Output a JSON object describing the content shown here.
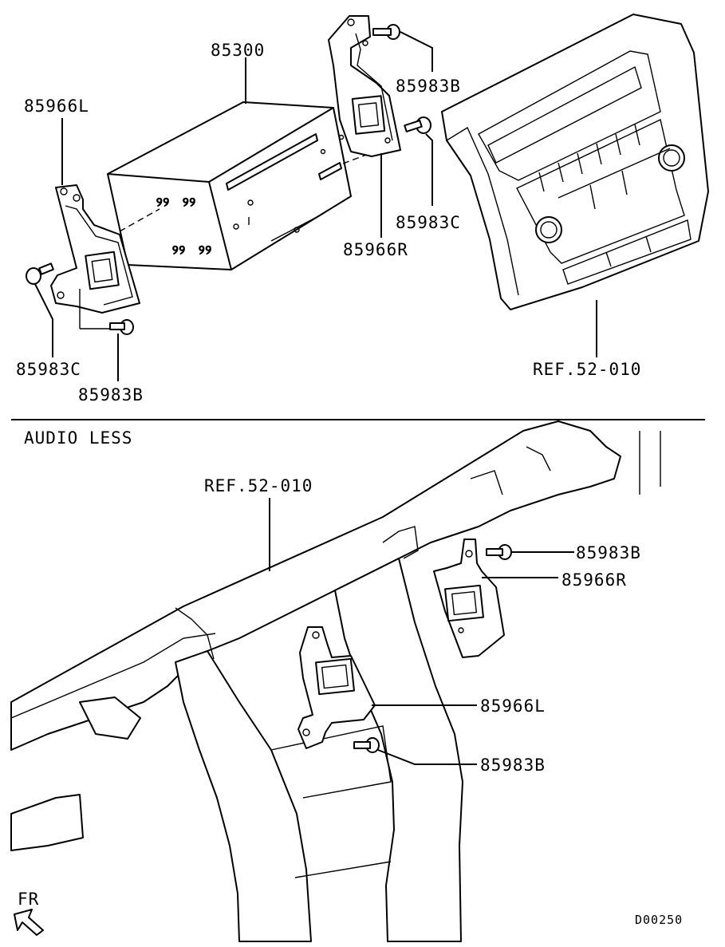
{
  "upper_assembly": {
    "labels": {
      "head_unit": "85300",
      "bracket_left": "85966L",
      "bracket_right": "85966R",
      "screw_b_top": "85983B",
      "screw_c_right": "85983C",
      "screw_c_left": "85983C",
      "screw_b_left": "85983B",
      "panel_ref": "REF.52-010"
    }
  },
  "lower_assembly": {
    "section_title": "AUDIO LESS",
    "labels": {
      "panel_ref": "REF.52-010",
      "screw_b_right": "85983B",
      "bracket_right": "85966R",
      "bracket_left": "85966L",
      "screw_b_left": "85983B"
    }
  },
  "direction_label": "FR",
  "drawing_code": "D00250"
}
